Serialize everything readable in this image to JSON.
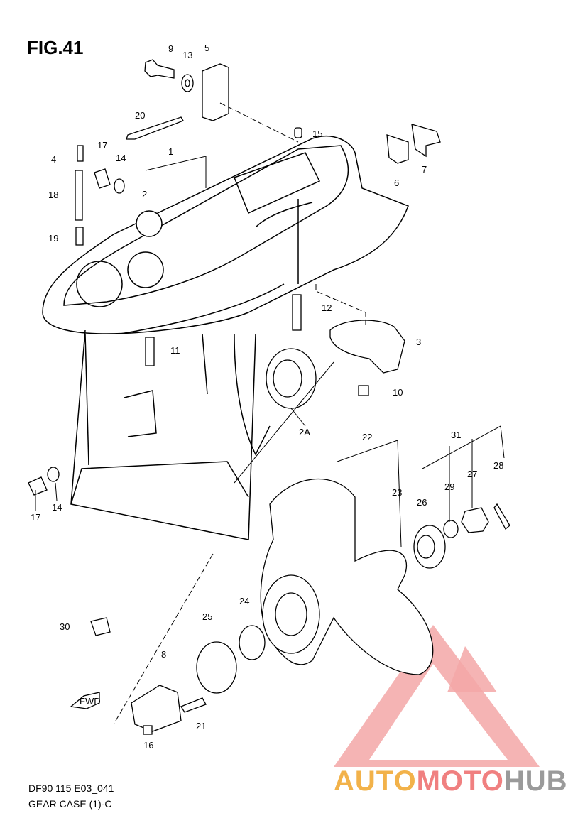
{
  "figure": {
    "title": "FIG.41"
  },
  "reference": {
    "code": "DF90 115 E03_041",
    "name": "GEAR CASE (1)-C"
  },
  "watermark": {
    "part1": "AUTO",
    "part2": "MOTO",
    "part3": "HUB",
    "colors": {
      "auto": "#f2b24a",
      "moto": "#f08080",
      "hub": "#9a9a9a"
    }
  },
  "callouts": {
    "c1": "1",
    "c2": "2",
    "c2a": "2A",
    "c3": "3",
    "c4": "4",
    "c5": "5",
    "c6": "6",
    "c7": "7",
    "c8": "8",
    "c9": "9",
    "c10": "10",
    "c11": "11",
    "c12": "12",
    "c13": "13",
    "c14a": "14",
    "c14b": "14",
    "c15": "15",
    "c16": "16",
    "c17a": "17",
    "c17b": "17",
    "c18": "18",
    "c19": "19",
    "c20": "20",
    "c21": "21",
    "c22": "22",
    "c23": "23",
    "c24": "24",
    "c25": "25",
    "c26": "26",
    "c27": "27",
    "c28": "28",
    "c29": "29",
    "c30": "30",
    "c31": "31"
  },
  "fwd_arrow": {
    "label": "FWD"
  },
  "icons": {
    "logo": "triangle-logo-icon"
  }
}
